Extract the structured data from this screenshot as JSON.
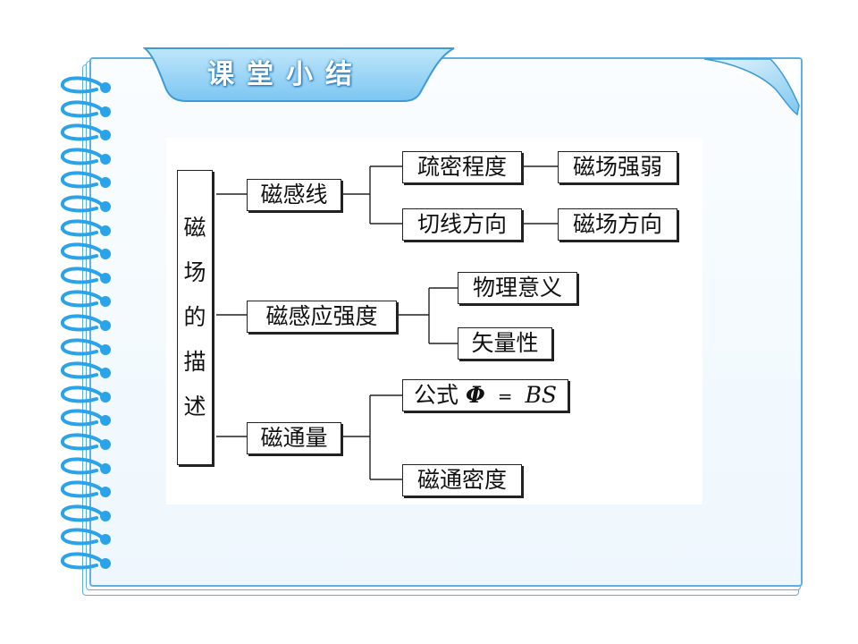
{
  "header": {
    "title": "课堂小结"
  },
  "colors": {
    "accent": "#5fb0e0",
    "ring": "#2aa3e8",
    "tab": "#8fd0f6"
  },
  "mindmap": {
    "root": {
      "chars": [
        "磁",
        "场",
        "的",
        "描",
        "述"
      ]
    },
    "branches": [
      {
        "label": "磁感线",
        "children": [
          {
            "label": "疏密程度",
            "result": "磁场强弱"
          },
          {
            "label": "切线方向",
            "result": "磁场方向"
          }
        ]
      },
      {
        "label": "磁感应强度",
        "children": [
          {
            "label": "物理意义"
          },
          {
            "label": "矢量性"
          }
        ]
      },
      {
        "label": "磁通量",
        "children": [
          {
            "label": "公式",
            "formula": {
              "lhs": "Φ",
              "op": "=",
              "rhs": "BS"
            }
          },
          {
            "label": "磁通密度"
          }
        ]
      }
    ]
  }
}
